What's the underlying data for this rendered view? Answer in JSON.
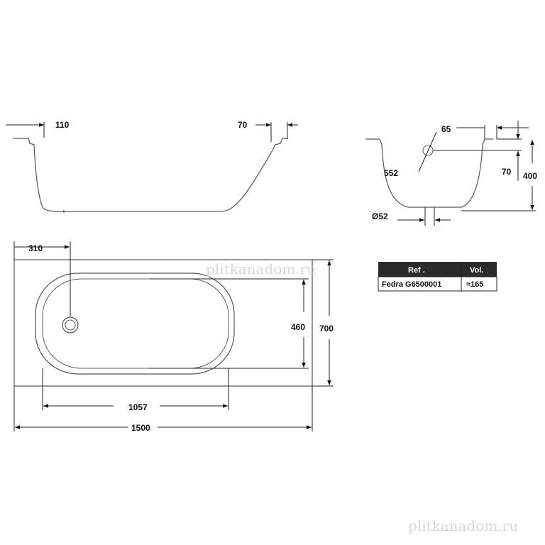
{
  "side_view": {
    "dim_left": "110",
    "dim_right": "70"
  },
  "end_view": {
    "dim_rim": "65",
    "dim_radius": "552",
    "dim_depth_inner": "70",
    "dim_height": "400",
    "dim_drain": "Ø52"
  },
  "top_view": {
    "dim_drain_offset": "310",
    "dim_inner_width": "460",
    "dim_width": "700",
    "dim_inner_length": "1057",
    "dim_length": "1500"
  },
  "spec_table": {
    "headers": [
      "Ref .",
      "Vol."
    ],
    "rows": [
      [
        "Fedra G6500001",
        "≈165"
      ]
    ]
  },
  "watermark": "plitkanadom.ru",
  "colors": {
    "table_header": "#2b2b2b",
    "watermark": "#d8d8d8",
    "line": "#222222"
  }
}
